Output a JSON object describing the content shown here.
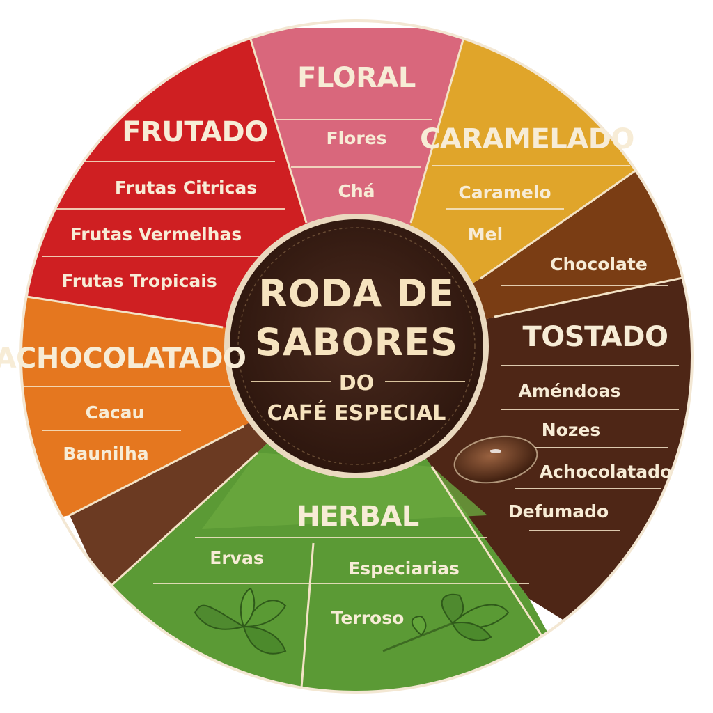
{
  "center": {
    "line1": "RODA DE",
    "line2": "SABORES",
    "line3": "DO",
    "line4": "CAFÉ ESPECIAL"
  },
  "segments": {
    "floral": {
      "title": "FLORAL",
      "items": [
        "Flores",
        "Chá"
      ],
      "color": "#d9677c"
    },
    "caramelado": {
      "title": "CARAMELADO",
      "items": [
        "Caramelo",
        "Mel"
      ],
      "color": "#e0a52a"
    },
    "tostado": {
      "title": "TOSTADO",
      "items": [
        "Chocolate",
        "Améndoas",
        "Nozes",
        "Achocolatado",
        "Defumado"
      ],
      "color": "#4e2616"
    },
    "herbal": {
      "title": "HERBAL",
      "items": [
        "Ervas",
        "Especiarias",
        "Terroso"
      ],
      "color": "#5b9a35"
    },
    "achocolatado": {
      "title": "ACHOCOLATADO",
      "items": [
        "Cacau",
        "Baunilha"
      ],
      "color": "#e5771f"
    },
    "frutado": {
      "title": "FRUTADO",
      "items": [
        "Frutas Citricas",
        "Frutas Vermelhas",
        "Frutas Tropicais"
      ],
      "color": "#cf1f22"
    }
  },
  "decor": {
    "leaf_icon": "mint-leaf-icon",
    "bean_icon": "coffee-bean-icon"
  }
}
